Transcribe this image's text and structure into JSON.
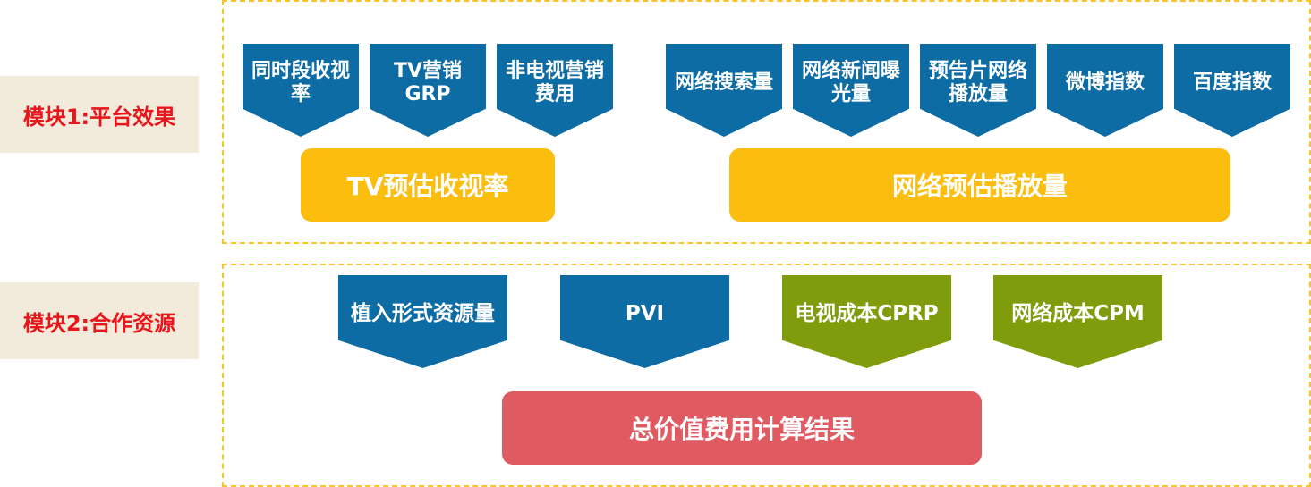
{
  "modules": [
    {
      "label": "模块1:平台效果",
      "tv_inputs": [
        "同时段收视率",
        "TV营销GRP",
        "非电视营销费用"
      ],
      "net_inputs": [
        "网络搜索量",
        "网络新闻曝光量",
        "预告片网络播放量",
        "微博指数",
        "百度指数"
      ],
      "tv_result": "TV预估收视率",
      "net_result": "网络预估播放量"
    },
    {
      "label": "模块2:合作资源",
      "inputs": [
        "植入形式资源量",
        "PVI",
        "电视成本CPRP",
        "网络成本CPM"
      ],
      "result": "总价值费用计算结果"
    }
  ],
  "colors": {
    "label_bg": "#f2eadb",
    "label_text": "#e8161a",
    "blue": "#0e6ca4",
    "olive": "#7e9c0b",
    "yellow": "#fbbd0e",
    "red": "#e05a62",
    "dashed_border": "#f7c52b"
  }
}
